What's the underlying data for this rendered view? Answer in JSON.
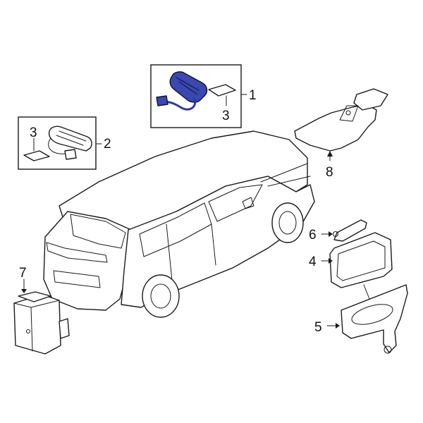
{
  "callouts": {
    "c1": "1",
    "c2": "2",
    "c3a": "3",
    "c3b": "3",
    "c4": "4",
    "c5": "5",
    "c6": "6",
    "c7": "7",
    "c8": "8"
  },
  "colors": {
    "highlight": "#3a48b0",
    "line": "#1a1a1a",
    "background": "#ffffff"
  }
}
